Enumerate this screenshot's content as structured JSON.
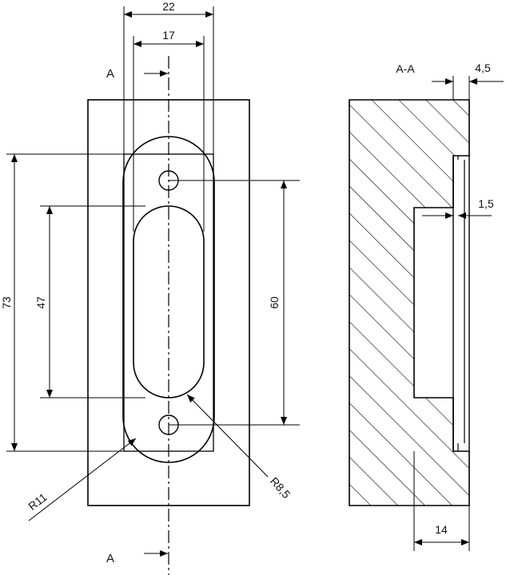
{
  "dimensions": {
    "width_22": "22",
    "width_17": "17",
    "height_73": "73",
    "height_47": "47",
    "height_60": "60",
    "radius_11": "R11",
    "radius_8_5": "R8,5",
    "depth_4_5": "4,5",
    "depth_1_5": "1,5",
    "width_14": "14"
  },
  "section": {
    "marker_top": "A",
    "marker_bottom": "A",
    "label": "A-A"
  },
  "colors": {
    "line": "#000000",
    "background": "#ffffff"
  }
}
